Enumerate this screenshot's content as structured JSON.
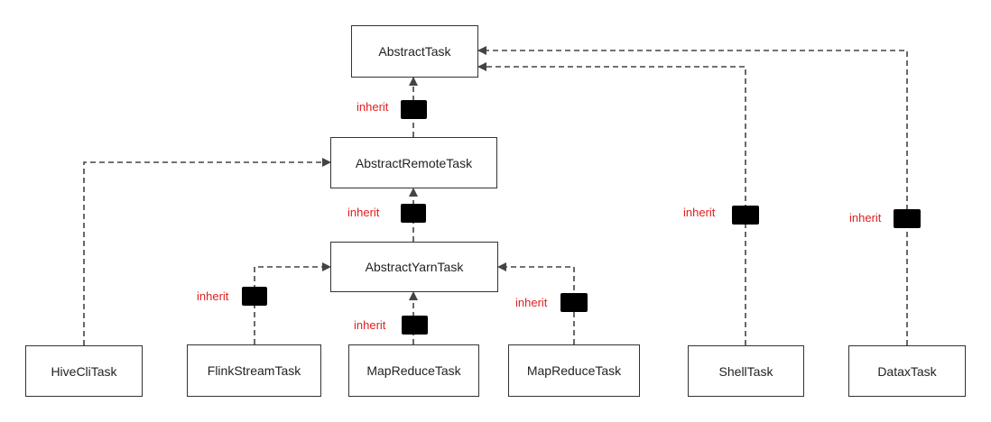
{
  "colors": {
    "line": "#444444",
    "label": "#e0201f",
    "mask": "#000000"
  },
  "nodes": {
    "abstract_task": "AbstractTask",
    "abstract_remote_task": "AbstractRemoteTask",
    "abstract_yarn_task": "AbstractYarnTask",
    "hive_cli_task": "HiveCliTask",
    "flink_stream_task": "FlinkStreamTask",
    "mapreduce_task_1": "MapReduceTask",
    "mapreduce_task_2": "MapReduceTask",
    "shell_task": "ShellTask",
    "datax_task": "DataxTask"
  },
  "labels": {
    "remote_to_abstract": "inherit",
    "yarn_to_remote": "inherit",
    "flink_to_yarn": "inherit",
    "mapreduce1_to_yarn": "inherit",
    "mapreduce2_to_yarn": "inherit",
    "shell_to_abstract": "inherit",
    "datax_to_abstract": "inherit"
  }
}
